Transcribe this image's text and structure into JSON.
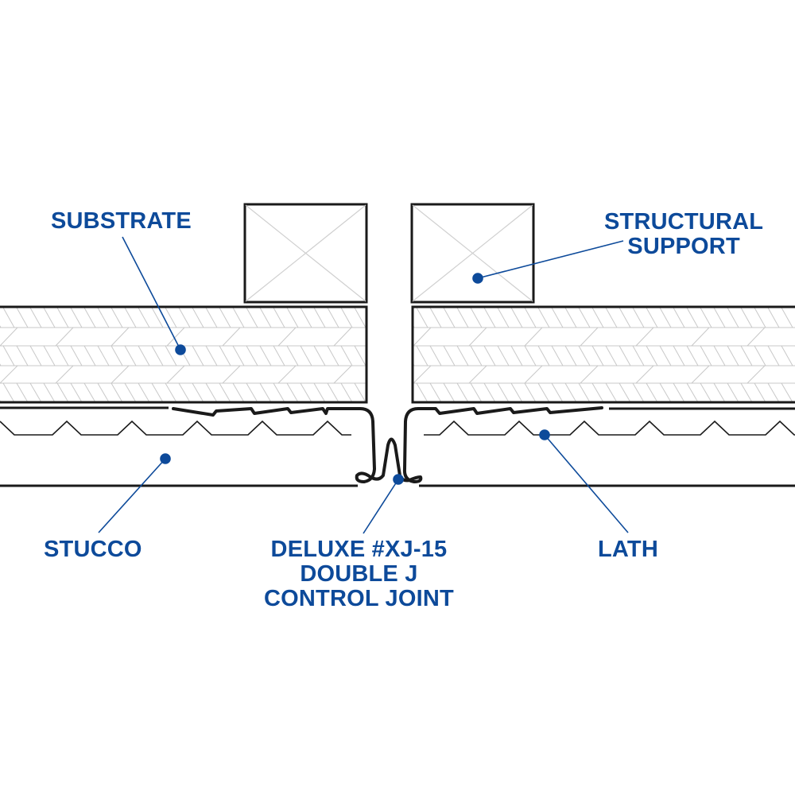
{
  "title": "Deluxe #XJ-15 Double J Control Joint detail",
  "colors": {
    "label": "#0d4a9a",
    "outline": "#1a1a1a",
    "hatch": "#c8c8c8"
  },
  "labels": {
    "substrate": [
      "SUBSTRATE"
    ],
    "structural_support": [
      "STRUCTURAL",
      "SUPPORT"
    ],
    "stucco": [
      "STUCCO"
    ],
    "lath": [
      "LATH"
    ],
    "control_joint": [
      "DELUXE #XJ-15",
      "DOUBLE J",
      "CONTROL JOINT"
    ]
  }
}
